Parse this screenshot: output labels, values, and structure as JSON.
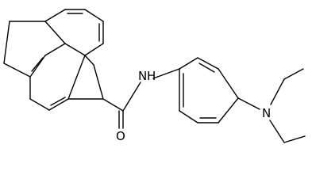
{
  "structure": {
    "bond_color": "#000000",
    "label_color": "#000000",
    "atom_labels": {
      "amide_nitrogen": "N",
      "amide_hydrogen": "H",
      "carbonyl_oxygen": "O",
      "amine_nitrogen": "N"
    }
  }
}
